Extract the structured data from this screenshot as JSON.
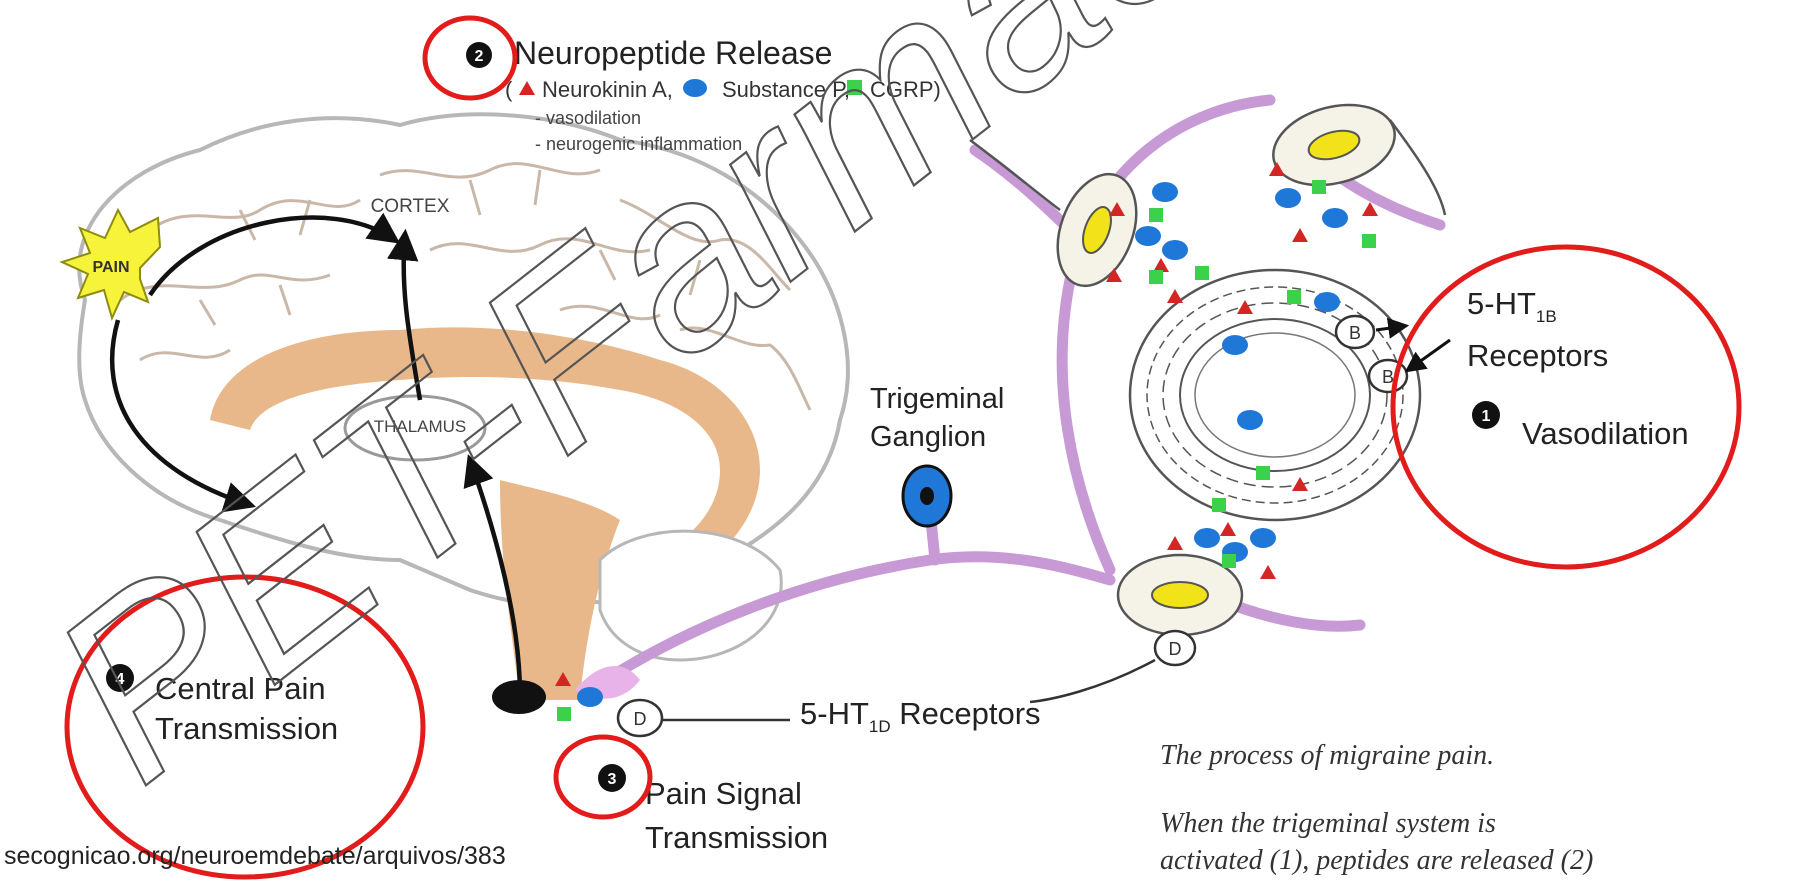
{
  "steps": {
    "s1": {
      "num": "1",
      "label": "Vasodilation"
    },
    "s2": {
      "num": "2",
      "label": "Neuropeptide Release"
    },
    "s3": {
      "num": "3",
      "line1": "Pain Signal",
      "line2": "Transmission"
    },
    "s4": {
      "num": "4",
      "line1": "Central Pain",
      "line2": "Transmission"
    }
  },
  "neuropeptides": {
    "open": "(",
    "neurokinin": "Neurokinin A,",
    "substance_p": "Substance P,",
    "cgrp": "CGRP)",
    "effect1": "- vasodilation",
    "effect2": "- neurogenic inflammation"
  },
  "brain_labels": {
    "pain": "PAIN",
    "cortex": "CORTEX",
    "thalamus": "THALAMUS"
  },
  "trigeminal": {
    "line1": "Trigeminal",
    "line2": "Ganglion"
  },
  "receptors_1b": {
    "prefix": "5-HT",
    "sub": "1B",
    "line2": "Receptors",
    "marker": "B"
  },
  "receptors_1d": {
    "prefix": "5-HT",
    "sub": "1D",
    "suffix": " Receptors",
    "marker": "D"
  },
  "caption": {
    "title": "The process of migraine pain.",
    "line1": "When the trigeminal system is",
    "line2": "activated (1), peptides are released (2)"
  },
  "source": "secognicao.org/neuroemdebate/arquivos/383",
  "watermark": "PET-Farmácia UFF",
  "colors": {
    "brain_tan": "#e9b88a",
    "nerve_purple": "#c79ad6",
    "highlight_red": "#e21b1b",
    "neurokinin_red": "#d42525",
    "substance_blue": "#1f78d8",
    "cgrp_green": "#3bd14a",
    "nucleus_yellow": "#f2e21a",
    "pain_yellow": "#f7f23a"
  }
}
